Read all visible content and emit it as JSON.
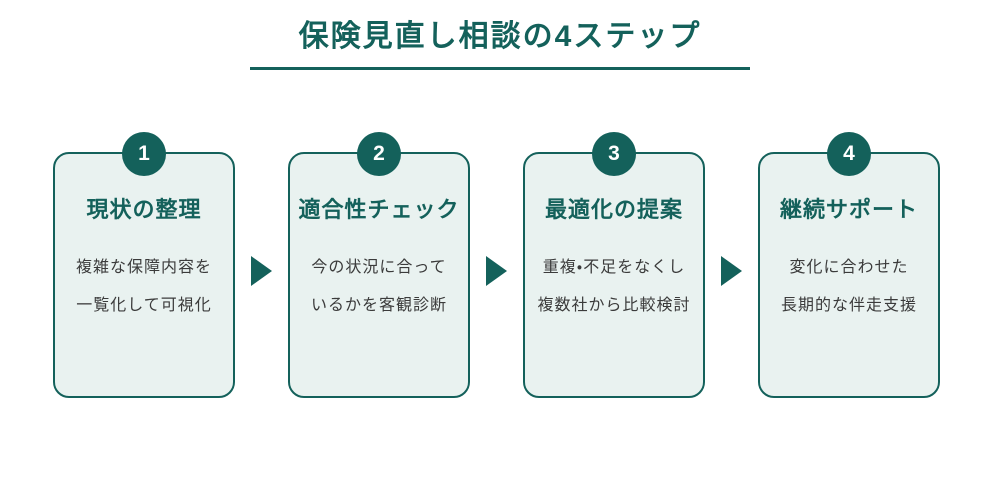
{
  "header": {
    "title": "保険見直し相談の4ステップ"
  },
  "steps": [
    {
      "number": "1",
      "title": "現状の整理",
      "description": "複雑な保障内容を\n一覧化して可視化"
    },
    {
      "number": "2",
      "title": "適合性チェック",
      "description": "今の状況に合って\nいるかを客観診断"
    },
    {
      "number": "3",
      "title": "最適化の提案",
      "description": "重複・不足をなくし\n複数社から比較検討"
    },
    {
      "number": "4",
      "title": "継続サポート",
      "description": "変化に合わせた\n長期的な伴走支援"
    }
  ],
  "colors": {
    "accent_teal": "#14615b",
    "card_background": "#e9f2f0",
    "description_text": "#3b3b3b",
    "page_background": "#ffffff",
    "badge_text": "#ffffff"
  }
}
